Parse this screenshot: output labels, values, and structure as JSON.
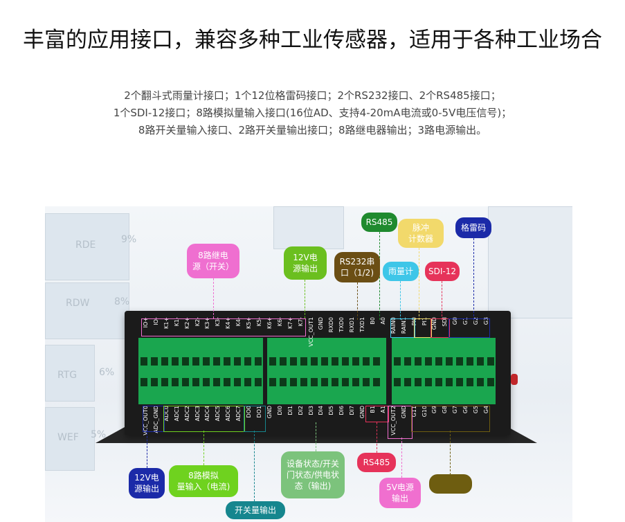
{
  "header": {
    "title": "丰富的应用接口，兼容多种工业传感器，适用于各种工业场合",
    "lines": [
      "2个翻斗式雨量计接口；1个12位格雷码接口；2个RS232接口、2个RS485接口；",
      "1个SDI-12接口；8路模拟量输入接口(16位AD、支持4-20mA电流或0-5V电压信号)；",
      "8路开关量输入接口、2路开关量输出接口；8路继电器输出；3路电源输出。"
    ]
  },
  "background": {
    "labels": [
      "RDE",
      "RDW",
      "RTG",
      "WEF"
    ],
    "percents": [
      "9%",
      "8%",
      "6%",
      "5%"
    ]
  },
  "top_pins": [
    "IO+",
    "IO-",
    "K1+",
    "K1-",
    "K2+",
    "K2-",
    "K3+",
    "K3-",
    "K4+",
    "K4-",
    "K5+",
    "K5-",
    "K6+",
    "K6-",
    "K7+",
    "K7-",
    "VCC_OUT1",
    "GND",
    "RXD0",
    "TXD0",
    "RXD1",
    "TXD1",
    "B0",
    "A0",
    "RAIN0",
    "RAIN1",
    "PI0",
    "PI1",
    "GND",
    "SDI",
    "G0",
    "G1",
    "G2",
    "G3"
  ],
  "bottom_pins": [
    "VCC_OUT0",
    "ADC_GND",
    "ADC0",
    "ADC1",
    "ADC2",
    "ADC3",
    "ADC4",
    "ADC5",
    "ADC6",
    "ADC7",
    "DO0",
    "DO1",
    "GND",
    "DI0",
    "DI1",
    "DI2",
    "DI3",
    "DI4",
    "DI5",
    "DI6",
    "DI7",
    "GND",
    "B1",
    "A1",
    "VCC_OUT2",
    "GND",
    "G11",
    "G10",
    "G9",
    "G8",
    "G7",
    "G6",
    "G5",
    "G4"
  ],
  "callouts": {
    "relay": "8路继电\n源（开关）",
    "v12_top": "12V电\n源输出",
    "rs232": "RS232串\n口（1/2)",
    "rs485_top": "RS485",
    "rain": "雨量计",
    "pulse": "脉冲\n计数器",
    "sdi": "SDI-12",
    "gray": "格雷码",
    "v12_bottom": "12V电\n源输出",
    "analog": "8路模拟\n量输入（电流)",
    "switch_out": "开关量输出",
    "status": "设备状态/开关\n门状态/供电状\n态（输出)",
    "rs485_bottom": "RS485",
    "v5": "5V电源\n输出",
    "olive": ""
  },
  "colors": {
    "relay": "#ef6fd0",
    "v12": "#6bbf1f",
    "rs232": "#6b4e14",
    "rs485": "#1f8a2e",
    "rain": "#3ec6e8",
    "pulse": "#f2d96b",
    "sdi": "#e6335a",
    "gray": "#1b2aa8",
    "analog": "#6fd21f",
    "switch_out": "#16868e",
    "status": "#7cc37c",
    "v5": "#f06fcf",
    "olive": "#6e5d10"
  }
}
